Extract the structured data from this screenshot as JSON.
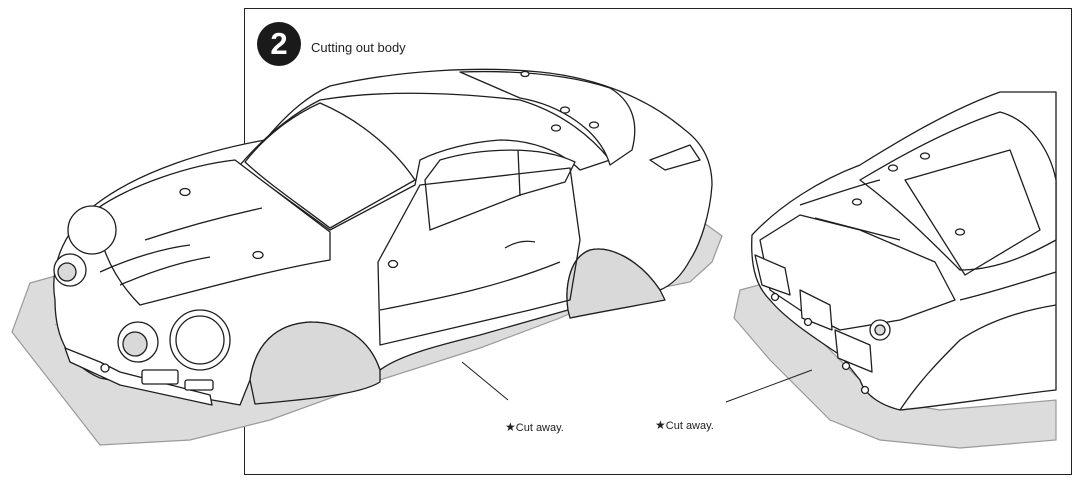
{
  "step": {
    "number": "2",
    "title": "Cutting out body"
  },
  "notes": [
    {
      "star": "★",
      "text": "Cut away."
    },
    {
      "star": "★",
      "text": "Cut away."
    }
  ],
  "colors": {
    "line": "#1e1e1e",
    "cut_area": "#dcdcdc",
    "cut_area_edge": "#9a9a9a",
    "badge": "#1a1a1a"
  }
}
